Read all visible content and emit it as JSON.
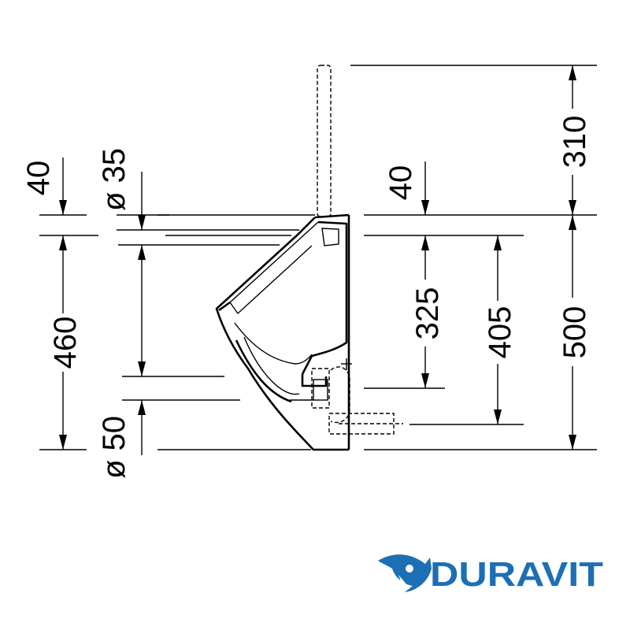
{
  "dimensions": {
    "d_40_left": "40",
    "d_dia35": "ø 35",
    "d_460": "460",
    "d_dia50": "ø 50",
    "d_40_right": "40",
    "d_325": "325",
    "d_405": "405",
    "d_310": "310",
    "d_500": "500"
  },
  "brand": {
    "name": "DURAVIT",
    "color": "#1c6fb5",
    "logo_icon": "duravit-bird-icon"
  }
}
